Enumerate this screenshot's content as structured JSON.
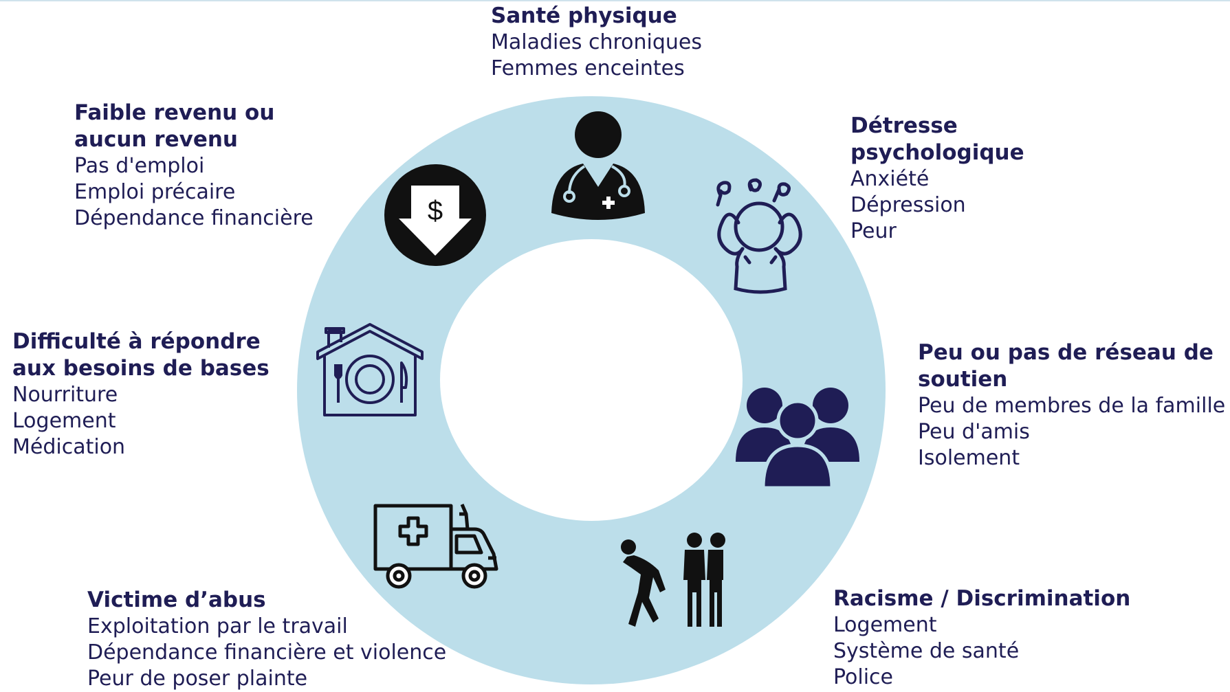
{
  "colors": {
    "navy": "#1f1d55",
    "ring": "#bcdeea",
    "icon_black": "#111111"
  },
  "categories": [
    {
      "key": "health",
      "title_lines": [
        "Santé physique"
      ],
      "items": [
        "Maladies chroniques",
        "Femmes enceintes"
      ],
      "icon": "doctor-icon"
    },
    {
      "key": "distress",
      "title_lines": [
        "Détresse",
        "psychologique"
      ],
      "items": [
        "Anxiété",
        "Dépression",
        "Peur"
      ],
      "icon": "stressed-person-icon"
    },
    {
      "key": "network",
      "title_lines": [
        "Peu ou pas de réseau de",
        "soutien"
      ],
      "items": [
        "Peu de membres de la famille",
        "Peu d'amis",
        "Isolement"
      ],
      "icon": "group-people-icon"
    },
    {
      "key": "racism",
      "title_lines": [
        "Racisme / Discrimination"
      ],
      "items": [
        "Logement",
        "Système de santé",
        "Police"
      ],
      "icon": "discrimination-icon"
    },
    {
      "key": "abuse",
      "title_lines": [
        "Victime d’abus"
      ],
      "items": [
        "Exploitation par le travail",
        "Dépendance financière et violence",
        "Peur de poser plainte"
      ],
      "icon": "ambulance-icon"
    },
    {
      "key": "basic",
      "title_lines": [
        "Difficulté à répondre",
        "aux besoins de bases"
      ],
      "items": [
        "Nourriture",
        "Logement",
        "Médication"
      ],
      "icon": "house-food-icon"
    },
    {
      "key": "income",
      "title_lines": [
        "Faible revenu ou",
        "aucun revenu"
      ],
      "items": [
        "Pas d'emploi",
        "Emploi précaire",
        "Dépendance financière"
      ],
      "icon": "dollar-down-icon"
    }
  ]
}
